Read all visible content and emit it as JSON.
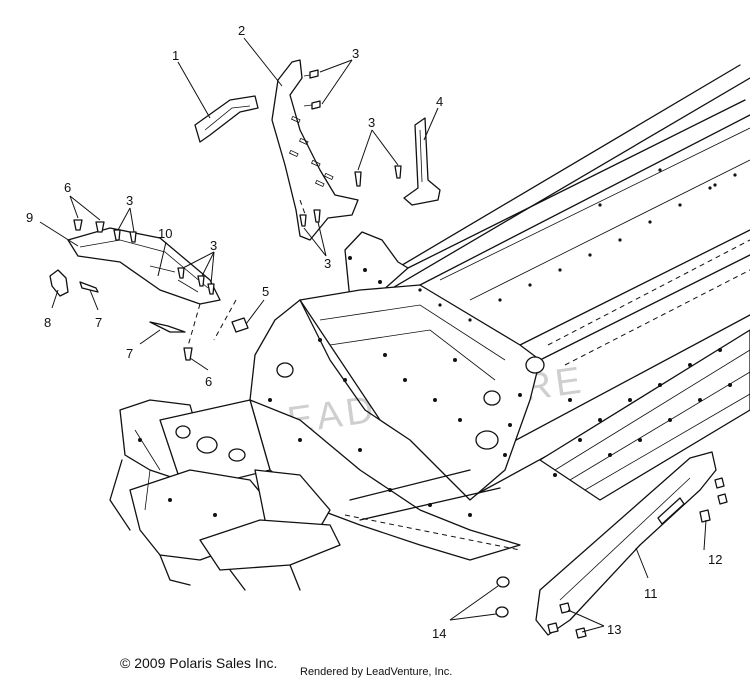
{
  "callouts": {
    "c1": "1",
    "c2": "2",
    "c3a": "3",
    "c3b": "3",
    "c3c": "3",
    "c3d": "3",
    "c3e": "3",
    "c4": "4",
    "c5": "5",
    "c6a": "6",
    "c6b": "6",
    "c7a": "7",
    "c7b": "7",
    "c8": "8",
    "c9": "9",
    "c10": "10",
    "c11": "11",
    "c12": "12",
    "c13": "13",
    "c14": "14"
  },
  "watermark": "LEADVENTURE",
  "footer": {
    "copyright": "© 2009 Polaris Sales Inc.",
    "rendered": "Rendered by LeadVenture, Inc."
  }
}
